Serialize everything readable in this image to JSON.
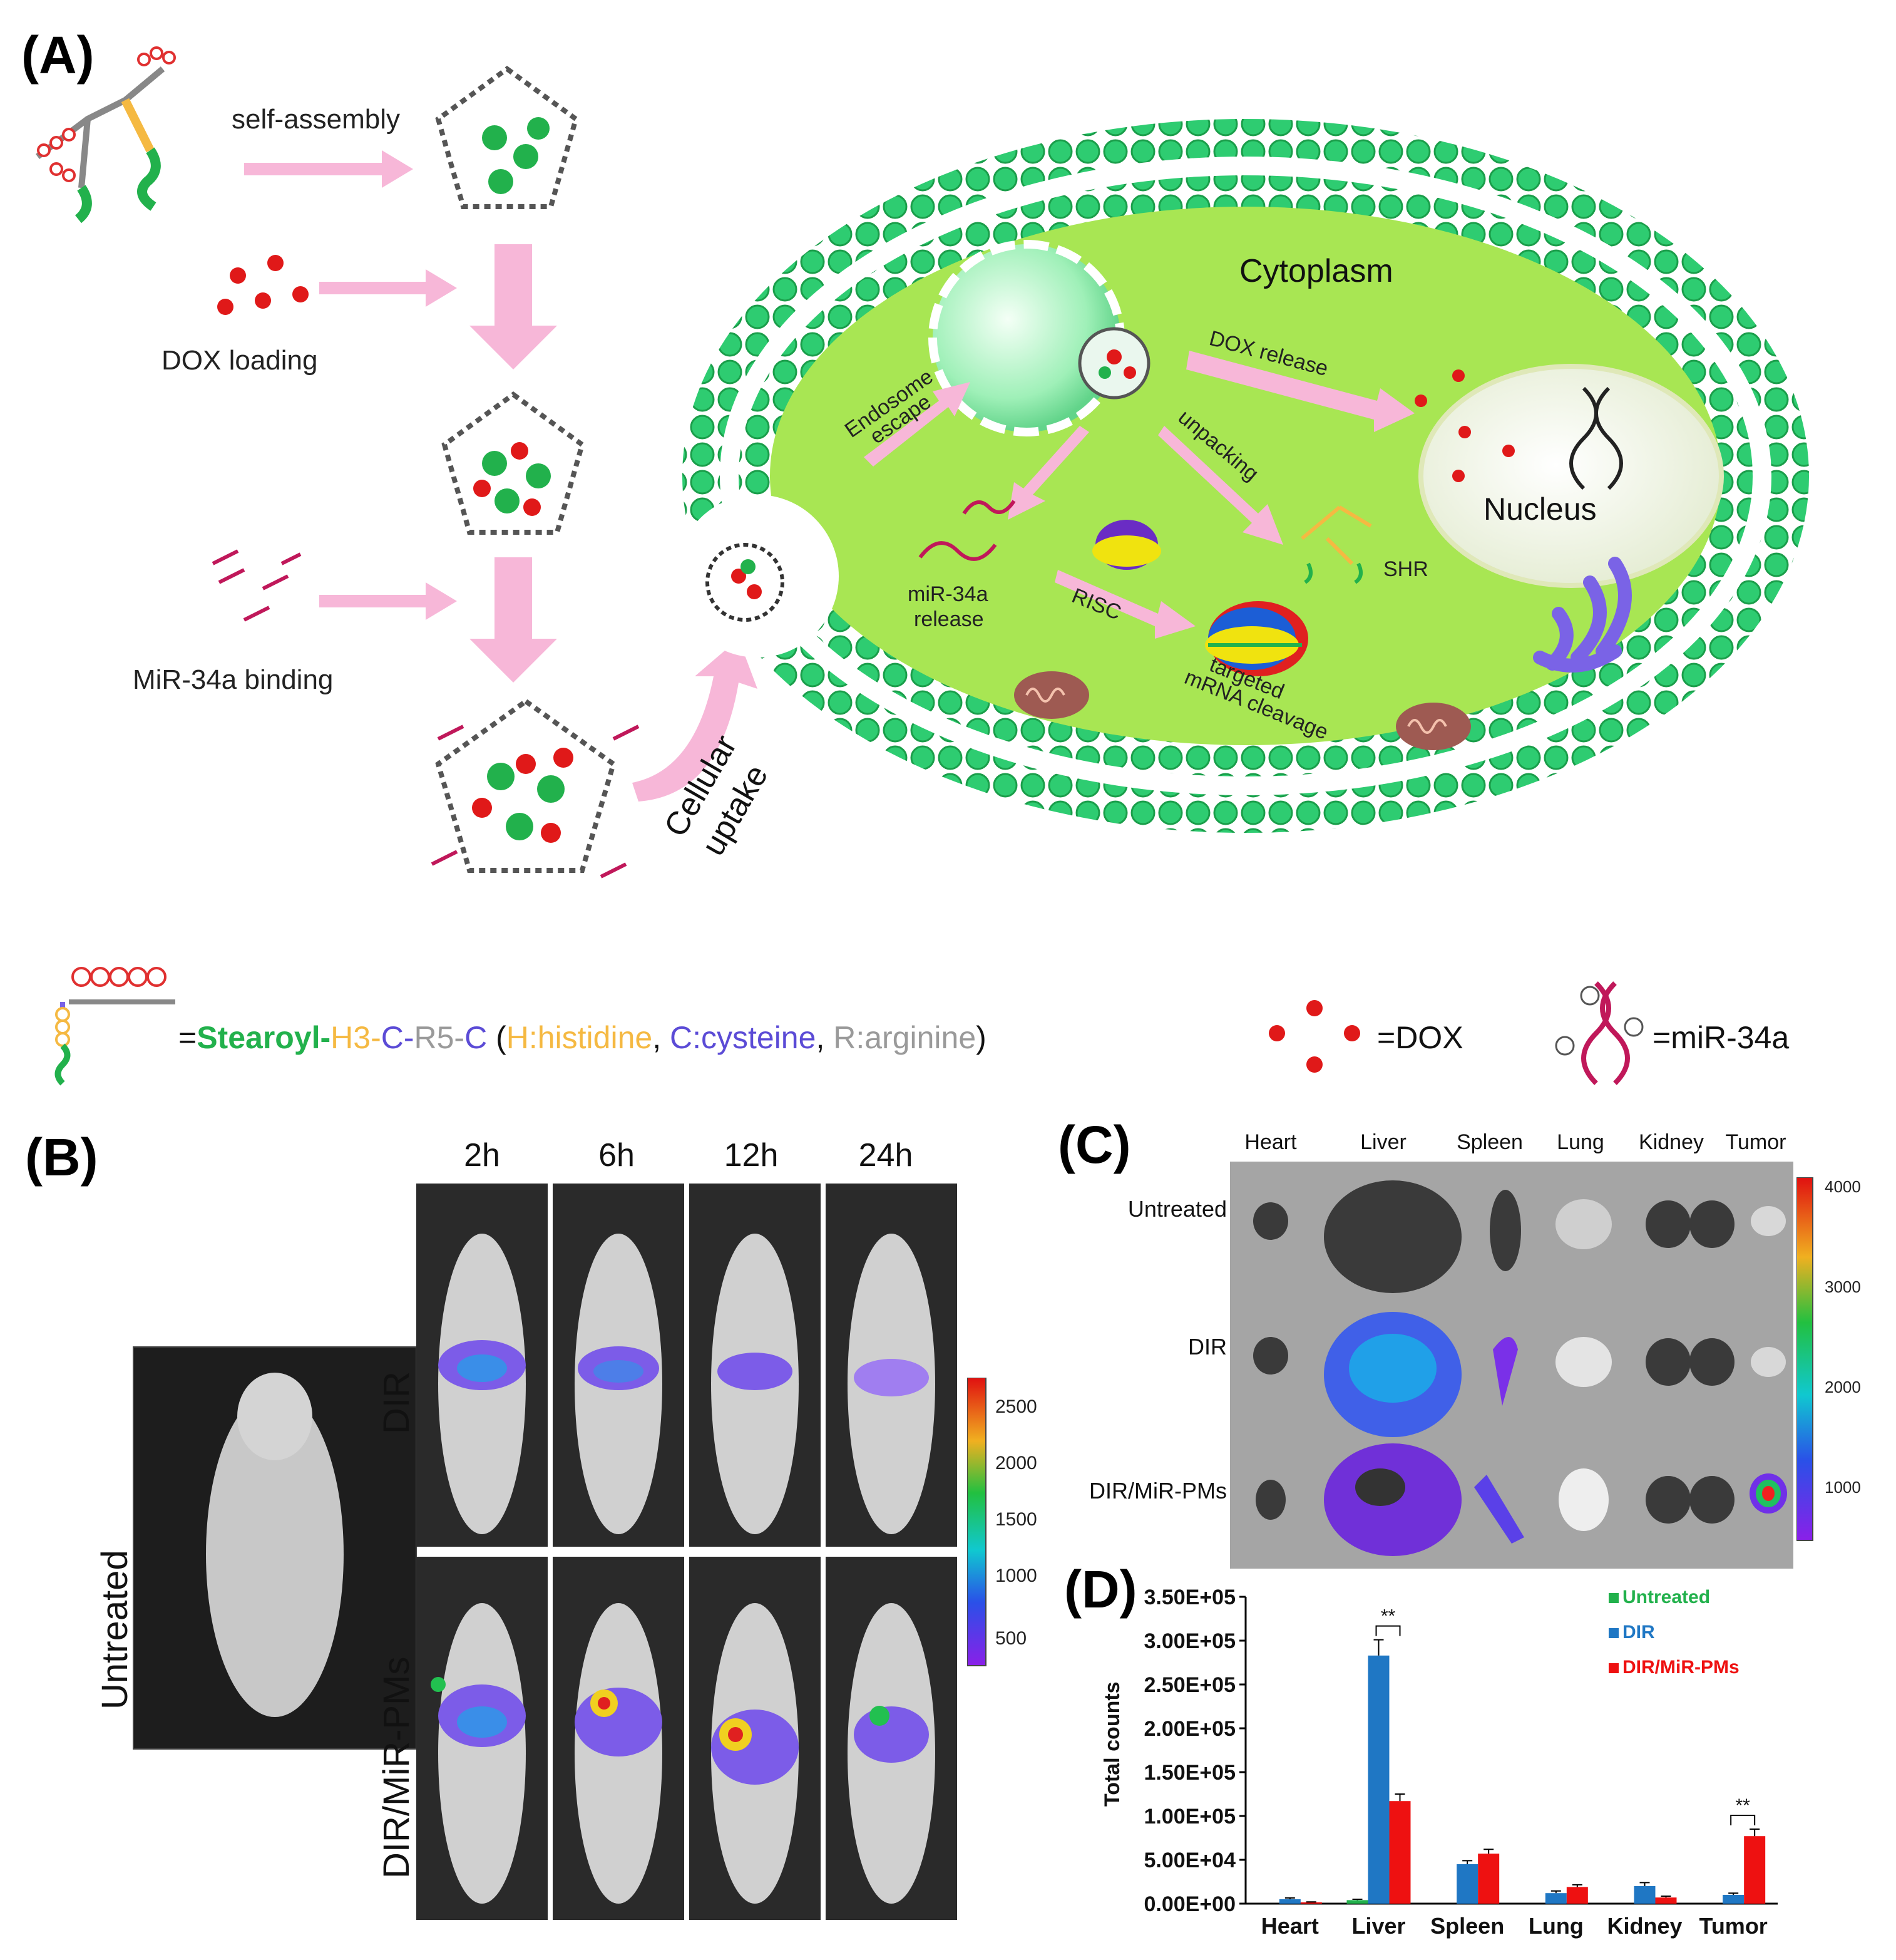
{
  "panels": {
    "a": "(A)",
    "b": "(B)",
    "c": "(C)",
    "d": "(D)"
  },
  "schematic": {
    "self_assembly": "self-assembly",
    "dox_loading": "DOX loading",
    "mir_binding": "MiR-34a binding",
    "cellular_uptake_1": "Cellular",
    "cellular_uptake_2": "uptake",
    "cytoplasm": "Cytoplasm",
    "endosome_escape_1": "Endosome",
    "endosome_escape_2": "escape",
    "dox_release": "DOX release",
    "unpacking": "unpacking",
    "nucleus": "Nucleus",
    "mir_release_1": "miR-34a",
    "mir_release_2": "release",
    "risc": "RISC",
    "shr": "SHR",
    "targeted_1": "targeted",
    "targeted_2": "mRNA cleavage"
  },
  "legend": {
    "eq1": "=",
    "stearoyl": "Stearoyl-",
    "h3": "H3-",
    "c1": "C-",
    "r5": "R5-",
    "c2": "C",
    "paren_open": " (",
    "h_full": "H:histidine",
    "comma1": ", ",
    "c_full": "C:cysteine",
    "comma2": ", ",
    "r_full": "R:arginine",
    "paren_close": ")",
    "dox": "=DOX",
    "mir": "=miR-34a",
    "colors": {
      "stearoyl": "#22b14c",
      "histidine": "#f5b942",
      "cysteine": "#5b4bd6",
      "arginine": "#9a9a9a"
    }
  },
  "imaging_b": {
    "untreated": "Untreated",
    "times": [
      "2h",
      "6h",
      "12h",
      "24h"
    ],
    "rows": [
      "DIR",
      "DIR/MiR-PMs"
    ],
    "scale_ticks": [
      "2500",
      "2000",
      "1500",
      "1000",
      "500"
    ]
  },
  "imaging_c": {
    "organs": [
      "Heart",
      "Liver",
      "Spleen",
      "Lung",
      "Kidney",
      "Tumor"
    ],
    "rows": [
      "Untreated",
      "DIR",
      "DIR/MiR-PMs"
    ],
    "scale_ticks": [
      "4000",
      "3000",
      "2000",
      "1000"
    ]
  },
  "chart_data": {
    "type": "bar",
    "ylabel": "Total counts",
    "categories": [
      "Heart",
      "Liver",
      "Spleen",
      "Lung",
      "Kidney",
      "Tumor"
    ],
    "yticks": [
      "3.50E+05",
      "3.00E+05",
      "2.50E+05",
      "2.00E+05",
      "1.50E+05",
      "1.00E+05",
      "5.00E+04",
      "0.00E+00"
    ],
    "ylim": [
      0,
      350000
    ],
    "series": [
      {
        "name": "Untreated",
        "color": "#22b14c",
        "values": [
          0,
          4000,
          0,
          0,
          0,
          0
        ],
        "errors": [
          0,
          1000,
          0,
          0,
          0,
          0
        ]
      },
      {
        "name": "DIR",
        "color": "#1f77c4",
        "values": [
          5000,
          283000,
          45000,
          12000,
          20000,
          10000
        ],
        "errors": [
          1500,
          18000,
          4000,
          2500,
          4000,
          2000
        ]
      },
      {
        "name": "DIR/MiR-PMs",
        "color": "#ee1111",
        "values": [
          1500,
          117000,
          57000,
          19000,
          7000,
          77000
        ],
        "errors": [
          500,
          8000,
          5000,
          2500,
          1500,
          8000
        ]
      }
    ],
    "significance": [
      {
        "category": "Liver",
        "label": "**"
      },
      {
        "category": "Tumor",
        "label": "**"
      }
    ],
    "legend_position": "top-right"
  }
}
